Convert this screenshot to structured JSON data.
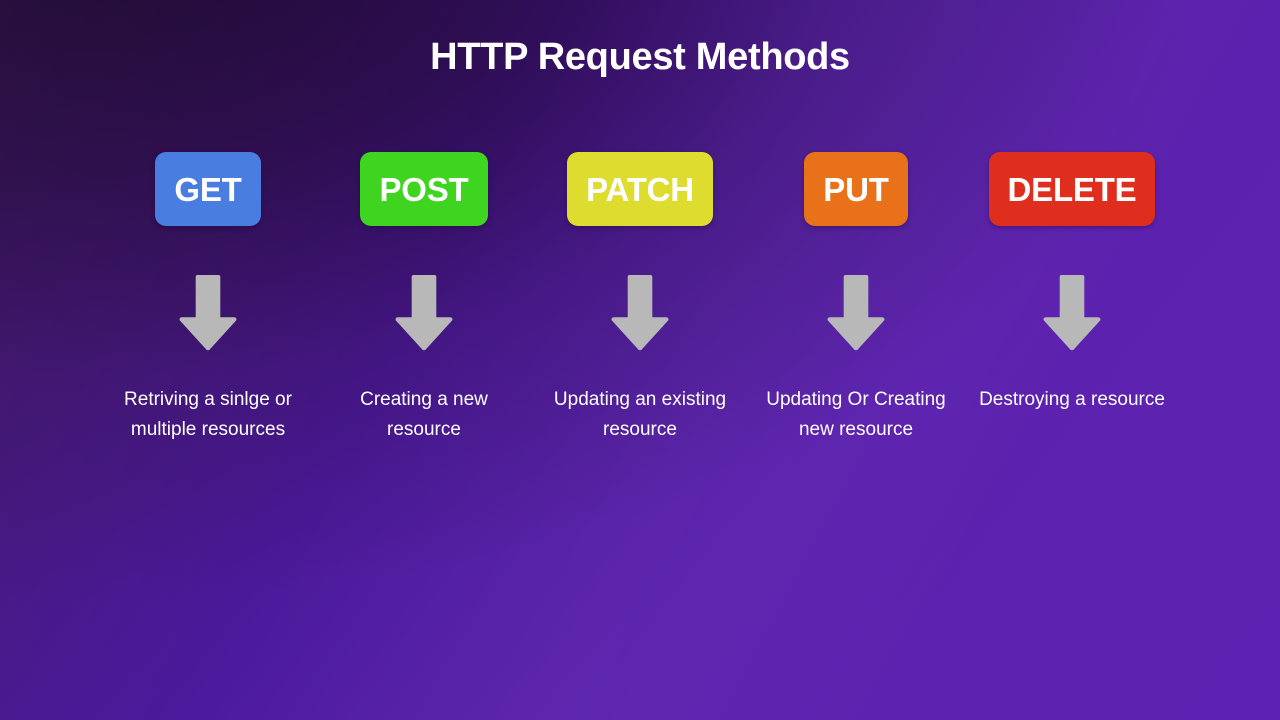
{
  "slide": {
    "title": "HTTP Request Methods",
    "background": {
      "base_color": "#5a20ab",
      "dark_corner_color": "#34083a",
      "accent_color": "#3c1161"
    },
    "arrow_color": "#b8b8b8",
    "text_color": "#ffffff"
  },
  "methods": [
    {
      "label": "GET",
      "badge_color": "#4a7de0",
      "label_color": "#ffffff",
      "arrow": "arrow-down-icon",
      "description": "Retriving a sinlge or multiple resources"
    },
    {
      "label": "POST",
      "badge_color": "#3fd41f",
      "label_color": "#ffffff",
      "arrow": "arrow-down-icon",
      "description": "Creating a new resource"
    },
    {
      "label": "PATCH",
      "badge_color": "#dedc2e",
      "label_color": "#ffffff",
      "arrow": "arrow-down-icon",
      "description": "Updating an existing resource"
    },
    {
      "label": "PUT",
      "badge_color": "#e8711a",
      "label_color": "#ffffff",
      "arrow": "arrow-down-icon",
      "description": "Updating Or Creating new resource"
    },
    {
      "label": "DELETE",
      "badge_color": "#e02e1e",
      "label_color": "#ffffff",
      "arrow": "arrow-down-icon",
      "description": "Destroying a resource"
    }
  ]
}
